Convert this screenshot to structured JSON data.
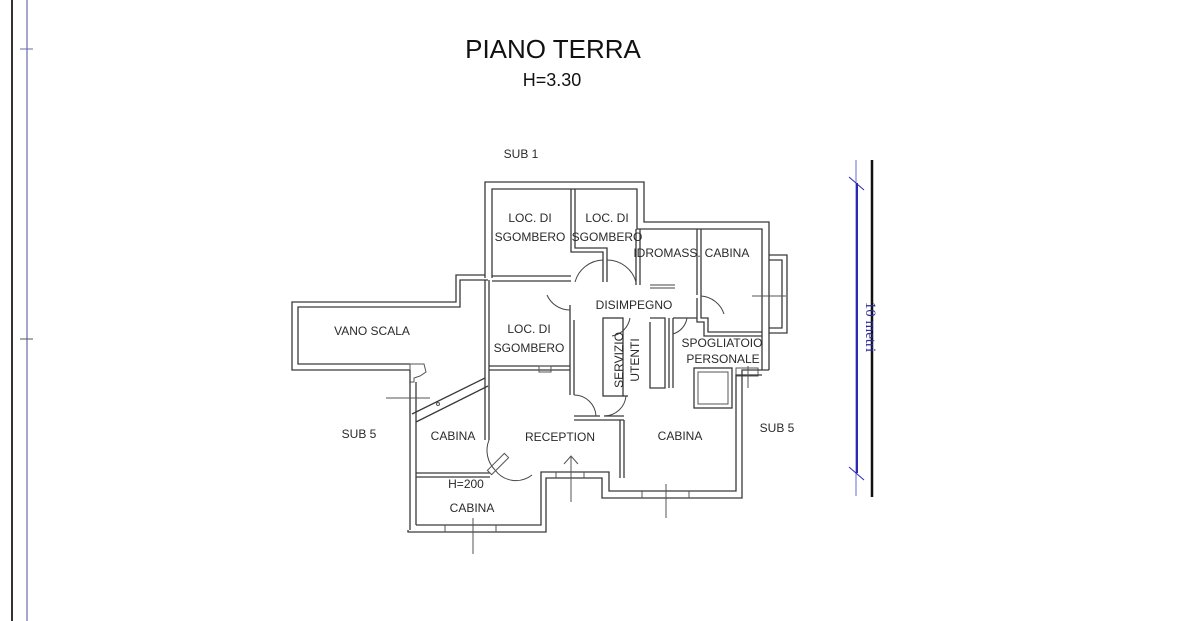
{
  "drawing": {
    "title": "PIANO TERRA",
    "height_label": "H=3.30"
  },
  "neighbors": {
    "top": "SUB 1",
    "left": "SUB 5",
    "right": "SUB 5"
  },
  "rooms": {
    "loc_sgombero_1": [
      "LOC. DI",
      "SGOMBERO"
    ],
    "loc_sgombero_2": [
      "LOC. DI",
      "SGOMBERO"
    ],
    "loc_sgombero_3": [
      "LOC. DI",
      "SGOMBERO"
    ],
    "idromass": "IDROMASS.",
    "cabina_top": "CABINA",
    "disimpegno": "DISIMPEGNO",
    "vano_scala": "VANO SCALA",
    "servizio_utenti": [
      "SERVIZIO",
      "UTENTI"
    ],
    "spogliatoio": [
      "SPOGLIATOIO",
      "PERSONALE"
    ],
    "cabina_left": "CABINA",
    "reception": "RECEPTION",
    "cabina_right": "CABINA",
    "cabina_bottom_height": "H=200",
    "cabina_bottom": "CABINA"
  },
  "scale_bar": {
    "label": "10 metri",
    "color": "#2a2ab0"
  },
  "colors": {
    "line": "#3a3a3a",
    "frame_blue": "#6a6aa8",
    "background": "#ffffff"
  }
}
